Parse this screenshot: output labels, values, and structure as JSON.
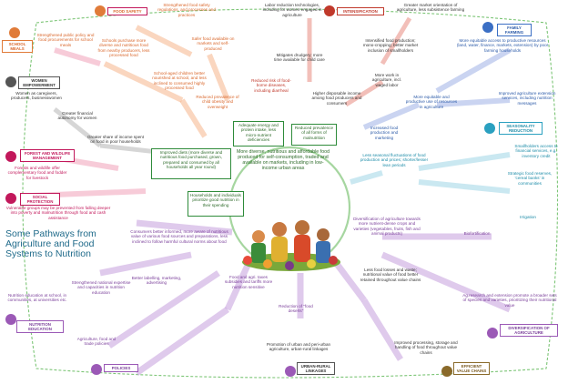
{
  "title": "Some Pathways from Agriculture and Food Systems to Nutrition",
  "categories": {
    "food_safety": "FOOD SAFETY",
    "intensification": "INTENSIFICATION",
    "school_meals": "SCHOOL MEALS",
    "family_farming": "FAMILY FARMING",
    "women_empowerment": "WOMEN EMPOWERMENT",
    "forest": "FOREST AND WILDLIFE MANAGEMENT",
    "seasonality": "SEASONALITY REDUCTION",
    "social_protection": "SOCIAL PROTECTION",
    "nutrition_education": "NUTRITION EDUCATION",
    "diversification": "DIVERSIFICATION OF AGRICULTURE",
    "policies": "POLICIES",
    "urban_rural": "URBAN-RURAL LINKAGES",
    "value_chains": "EFFICIENT VALUE CHAINS"
  },
  "texts": {
    "fs1": "Strengthened food safety regulations, and processes and practices",
    "labor": "Labor reduction technologies, including for women engaged in agriculture",
    "market": "Greater market orientation of agriculture, less subsistence farming",
    "school1": "Strengthened public policy and food procurements for school meals",
    "school2": "Schools purchase more diverse and nutritious food from nearby producers, less processed food",
    "safer": "Safer food available on markets and self-produced",
    "drudgery": "Mitigates drudgery; more time available for child care",
    "intensified": "Intensified food production; mono-cropping; better market inclusion of smallholders",
    "access": "More equitable access to productive resources (land, water, finance, markets, extension) by poor farming households",
    "women": "Women as caregivers, producers, businesswomen",
    "schoolchild": "School-aged children better nourished at school, and less inclined to consumed highly processed food",
    "foodborne": "Reduced risk of food-borne diseases, including diarrheal",
    "work": "More work in agriculture, incl. waged labor",
    "financial": "Greater financial autonomy for women",
    "stunting": "Reduced prevalence of child obesity and overweight",
    "income": "Higher disposable income among food producers and consumers",
    "equitable": "More equitable and productive use of resources in agriculture",
    "extension": "Improved agriculture extension services, including nutrition messages",
    "share": "Greater share of income spent on food in poor households",
    "energy": "Adequate energy and protein intake, less micro-nutrient deficiencies",
    "malnutrition": "Reduced prevalence of all forms of malnutrition",
    "diets": "Improved diets (more diverse and nutritious food purchased, grown, prepared and consumed by all households all year round)",
    "diverse_food": "More diverse, nutritious and affordable food produced for self-consumption, traded and available on markets, including in low-income urban areas",
    "increased": "Increased food production and marketing",
    "forest1": "Forests and wildlife offer complementary food and fodder for livestock",
    "smallholders": "Smallholders access to financial services, e.g. inventory credit",
    "reserves": "Strategic food reserves, 'cereal banks' in communities",
    "seasonal": "Less seasonal fluctuations of food production and prices; shorter/lesser lean periods",
    "vulnerable": "Vulnerable groups may be prevented from falling deeper into poverty and malnutrition through food and cash assistance",
    "households": "Households and individuals prioritize good nutrition in their spending",
    "irrigation": "Irrigation",
    "consumers": "Consumers better informed, more aware of nutritious value of various food sources and preparations, less inclined to follow harmful cultural norms about food",
    "diversification": "Diversification of agriculture towards more nutrient-dense crops and varieties (vegetables, fruits, fish and animal products)",
    "biofort": "Biofortification",
    "labelling": "Better labelling, marketing, advertising",
    "expertise": "Strengthened national expertise and capacities in nutrition education",
    "nut_ed": "Nutrition education at school, in communities, at universities etc.",
    "taxes": "Food and agri. taxes subsidies and tariffs more nutrition sensitive",
    "losses": "Less food losses and waste; nutritional value of food better retained throughout value chains",
    "research": "Ag.research and extension promote a broader sets of species and varieties, prioritizing their nutritional value",
    "deserts": "Reduction of \"food deserts\"",
    "agri_policies": "Agriculture, food and trade policies",
    "urban": "Promotion of urban and peri-urban agriculture, urban-rural linkages",
    "processing": "Improved processing, storage and handling of food throughout value chains"
  },
  "colors": {
    "pink": "#c2185b",
    "orange": "#e07b39",
    "purple": "#9b59b6",
    "blue": "#3b6fc4",
    "teal": "#2aa0c0",
    "green": "#2e8b3a",
    "brown": "#8a6a2a"
  }
}
